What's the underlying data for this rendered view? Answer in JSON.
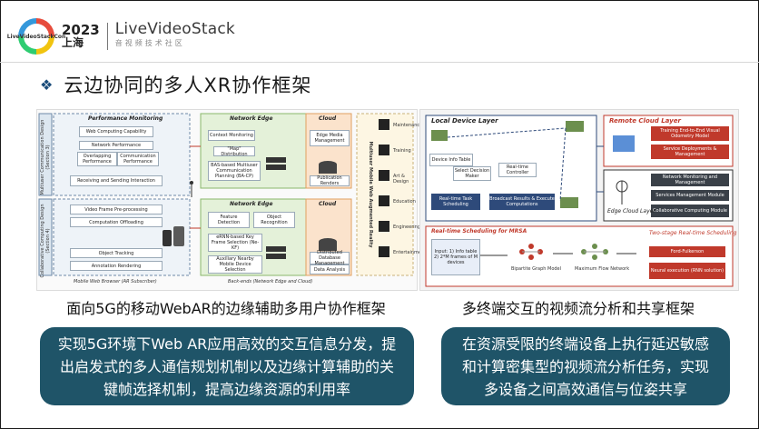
{
  "header": {
    "logo_badge_text": "LiveVideoStackCon",
    "logo_year": "2023",
    "logo_city": "上海",
    "brand_name": "LiveVideoStack",
    "brand_sub": "音视频技术社区",
    "bullet_icon": "diamond-bullet-icon"
  },
  "slide": {
    "title": "云边协同的多人XR协作框架"
  },
  "left_figure": {
    "caption": "面向5G的移动WebAR的边缘辅助多用户协作框架",
    "side_label_top": "Multiuser Communication Design (Section 3)",
    "side_label_bottom": "Collaborative Computing Design (Section 4)",
    "browser_label": "Mobile Web Browser (AR Subscriber)",
    "backend_label": "Back-ends (Network Edge and Cloud)",
    "vertical_label": "Multiuser Mobile Web Augmented Reality",
    "perf_title": "Performance Monitoring",
    "perf_items": [
      "Web Computing Capability",
      "Network Performance",
      "Overlapping Performance",
      "Communication Performance",
      "Receiving and Sending Interaction"
    ],
    "comp_items": [
      "Video Frame Pre-processing",
      "Computation Offloading",
      "Object Tracking",
      "Annotation Rendering"
    ],
    "edge_title_1": "Network Edge",
    "edge_items_1": [
      "Context Monitoring",
      "\"Map\" Distribution",
      "BAS-based Multiuser Communication Planning (BA-CP)"
    ],
    "edge_title_2": "Network Edge",
    "edge_items_2": [
      "Feature Detection",
      "Object Recognition",
      "eRNN-based Key Frame Selection (Ne-KF)",
      "Auxiliary Nearby Mobile Device Selection"
    ],
    "cloud_title_1": "Cloud",
    "cloud_items_1": [
      "Edge Media Management",
      "Publication Renders"
    ],
    "cloud_title_2": "Cloud",
    "cloud_items_2": [
      "Distributed Database Management",
      "Data Analysis"
    ],
    "app_items": [
      "Maintenance",
      "Training",
      "Art & Design",
      "Education",
      "Engineering",
      "Entertainment"
    ]
  },
  "right_figure": {
    "caption": "多终端交互的视频流分析和共享框架",
    "local_layer": "Local Device Layer",
    "remote_layer": "Remote Cloud Layer",
    "remote_items": [
      "Training End-to-End Visual Odometry Model",
      "Service Deployments & Management"
    ],
    "edge_layer": "Edge Cloud Layer",
    "edge_items": [
      "Network Monitoring and Management",
      "Services Management Module",
      "Collaborative Computing Module"
    ],
    "device_info": "Device Info Table",
    "select_decision": "Select Decision Maker",
    "rt_controller": "Real-time Controller",
    "rt_task": "Real-time Task Scheduling",
    "broadcast": "Broadcast Results & Execute Computations",
    "rt_mrsa": "Real-time Scheduling for MRSA",
    "input_text": "Input: 1) Info table 2) 2*M frames of M devices",
    "bipartite": "Bipartite Graph Model",
    "maxflow": "Maximum Flow Network",
    "two_stage": "Two-stage Real-time Scheduling",
    "ford": "Ford-Fulkerson",
    "neural": "Neural execution (RNN solution)"
  },
  "cards": {
    "left": "实现5G环境下Web AR应用高效的交互信息分发，提出启发式的多人通信规划机制以及边缘计算辅助的关键帧选择机制，提高边缘资源的利用率",
    "right": "在资源受限的终端设备上执行延迟敏感和计算密集型的视频流分析任务，实现多设备之间高效通信与位姿共享"
  },
  "colors": {
    "card_bg": "#1f5468",
    "edge_green": "#e4f1d9",
    "cloud_orange": "#fbe3cc",
    "remote_red": "#c0392b",
    "edge_dark": "#3a4048"
  }
}
